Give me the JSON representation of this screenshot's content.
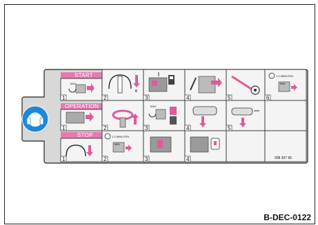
{
  "sections": {
    "start": "START",
    "operation": "OPERATION",
    "stop": "STOP"
  },
  "labels": {
    "max": "MAX",
    "min": "MIN",
    "minutes": "1-2 MINUTEN",
    "part_number": "008 307 66",
    "document_ref": "B-DEC-0122"
  },
  "steps": {
    "start": [
      "1",
      "2",
      "3",
      "4",
      "5",
      "6"
    ],
    "operation": [
      "1",
      "2",
      "3",
      "4",
      "5"
    ],
    "stop": [
      "1",
      "2",
      "3",
      "4"
    ]
  },
  "icons": {
    "safety": "hearing-protection-icon"
  },
  "colors": {
    "accent": "#e05a9b",
    "header_bg": "#e47ab0",
    "decal_bg": "#d8d8d8",
    "safety_blue": "#1e88d8"
  }
}
